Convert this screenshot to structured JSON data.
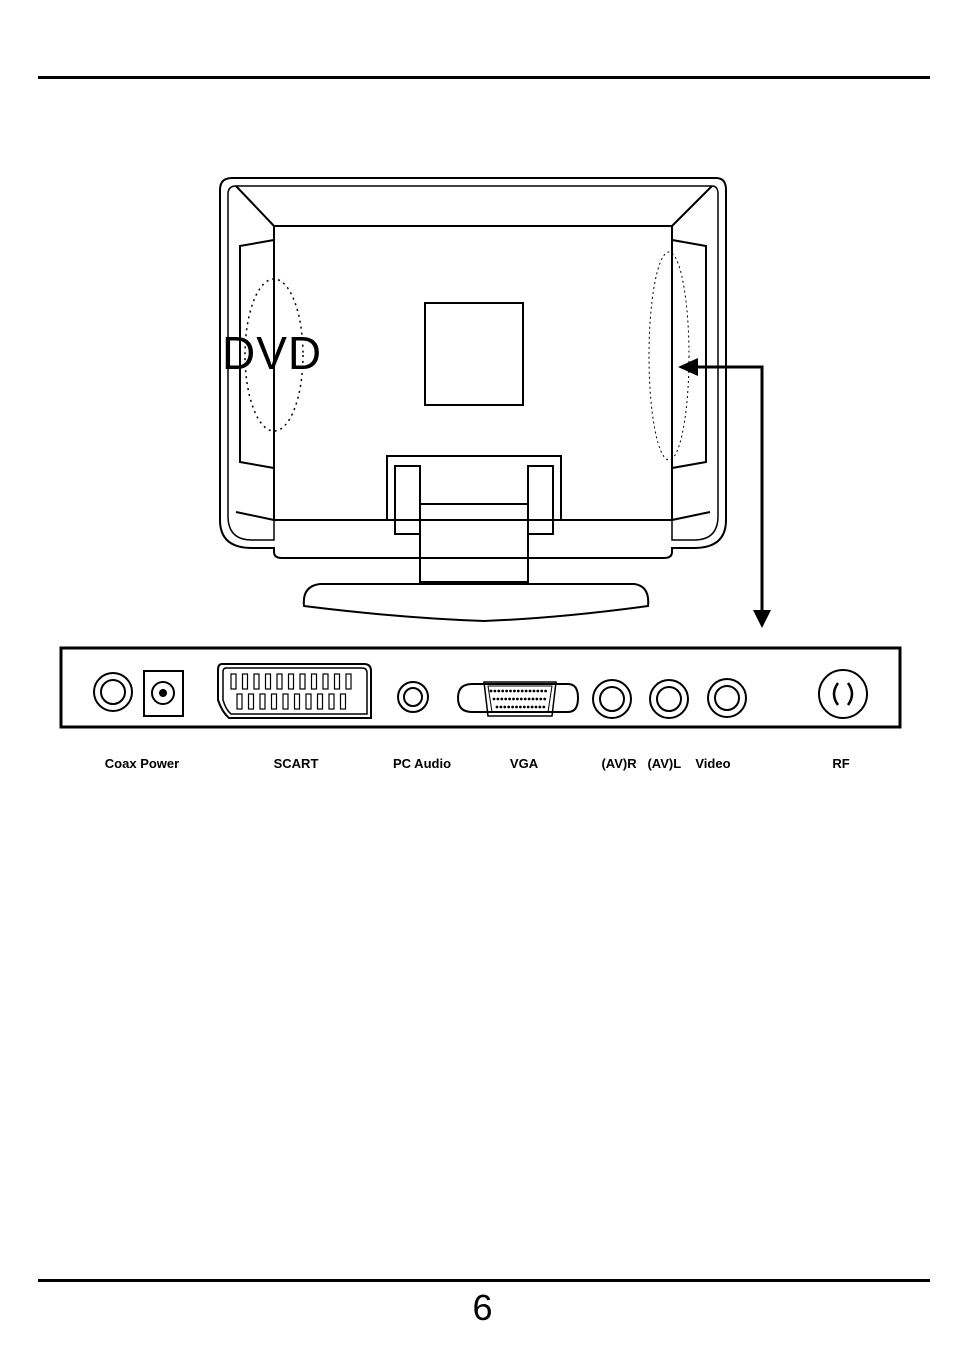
{
  "diagram": {
    "side_label": "DVD",
    "ports": [
      {
        "id": "coax-power",
        "label": "Coax  Power"
      },
      {
        "id": "scart",
        "label": "SCART"
      },
      {
        "id": "pc-audio",
        "label": "PC  Audio"
      },
      {
        "id": "vga",
        "label": "VGA"
      },
      {
        "id": "av",
        "label": "(AV)R   (AV)L    Video"
      },
      {
        "id": "rf",
        "label": "RF"
      }
    ]
  },
  "footer": {
    "page_number": "6"
  }
}
